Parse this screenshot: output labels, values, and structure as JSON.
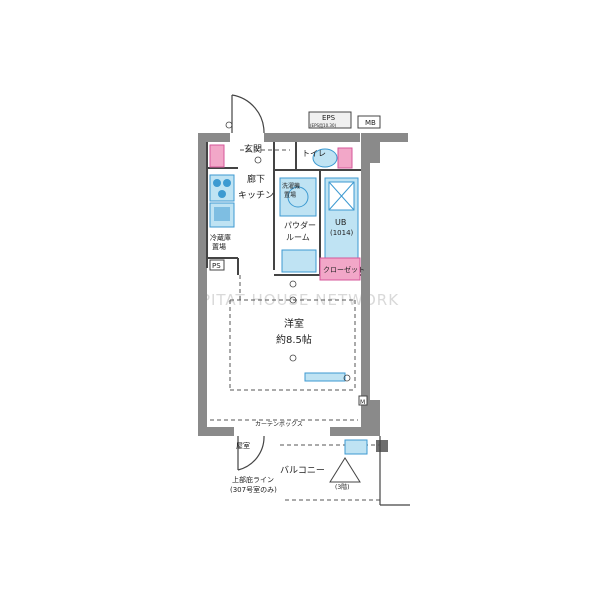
{
  "colors": {
    "wall": "#8a8a8a",
    "line": "#444444",
    "blue_fixture": "#3d9ad1",
    "blue_light": "#bfe3f3",
    "pink": "#f2a7c8",
    "pink_dark": "#d6579a",
    "watermark": "#d9d9d9"
  },
  "rooms": {
    "genkan": "玄関",
    "rouka": "廊下",
    "kitchen": "キッチン",
    "toilet": "トイレ",
    "powder_room_1": "パウダー",
    "powder_room_2": "ルーム",
    "ub_1": "UB",
    "ub_2": "(1014)",
    "closet": "クローゼット",
    "youshitsu": "洋室",
    "area": "約8.5帖",
    "fridge_1": "冷蔵庫",
    "fridge_2": "置場",
    "washer_1": "洗濯機",
    "washer_2": "置場"
  },
  "labels": {
    "eps": "EPS",
    "mb": "MB",
    "ps": "PS",
    "m": "M",
    "curtain_box": "カーテンボックス",
    "balcony": "バルコニー",
    "balcony_note": "(3階)",
    "exterior": "屋室",
    "upper_line_1": "上部庇ライン",
    "upper_line_2": "(307号室のみ)",
    "eps_sub": "(EPS用10.30)",
    "watermark": "PITAT HOUSE NETWORK"
  }
}
